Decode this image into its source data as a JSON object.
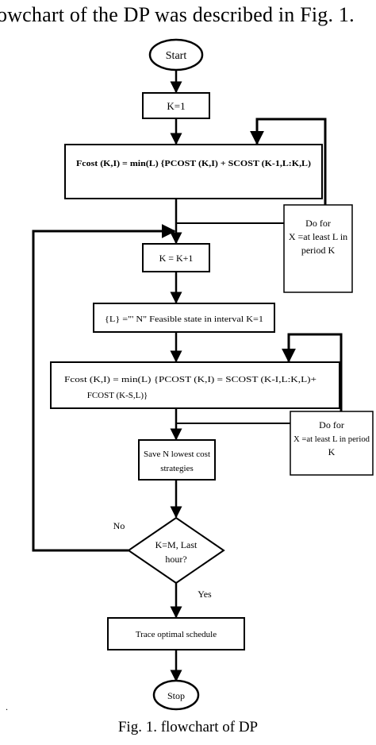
{
  "header": {
    "text": "owchart of the DP was described in Fig. 1."
  },
  "flowchart": {
    "start": "Start",
    "init": "K=1",
    "fcost_first": "Fcost  (K,I) = min(L) {PCOST  (K,I) + SCOST  (K-1,L:K,L)",
    "loop_first": [
      "Do for",
      "X =at least L in",
      "period K"
    ],
    "increment": "K = K+1",
    "feasible": "{L} =\"' N\" Feasible state in interval K=1",
    "fcost_second": [
      "Fcost  (K,I) = min(L) {PCOST  (K,I) = SCOST  (K-I,L:K,L)+",
      "FCOST (K-S,L)}"
    ],
    "loop_second": [
      "Do for",
      "X =at least L in period",
      "K"
    ],
    "save": [
      "Save N lowest cost",
      "strategies"
    ],
    "decision": [
      "K=M, Last",
      "hour?"
    ],
    "no_label": "No",
    "yes_label": "Yes",
    "trace": "Trace optimal schedule",
    "stop": "Stop"
  },
  "caption": "Fig. 1. flowchart of DP",
  "corner_mark": "."
}
